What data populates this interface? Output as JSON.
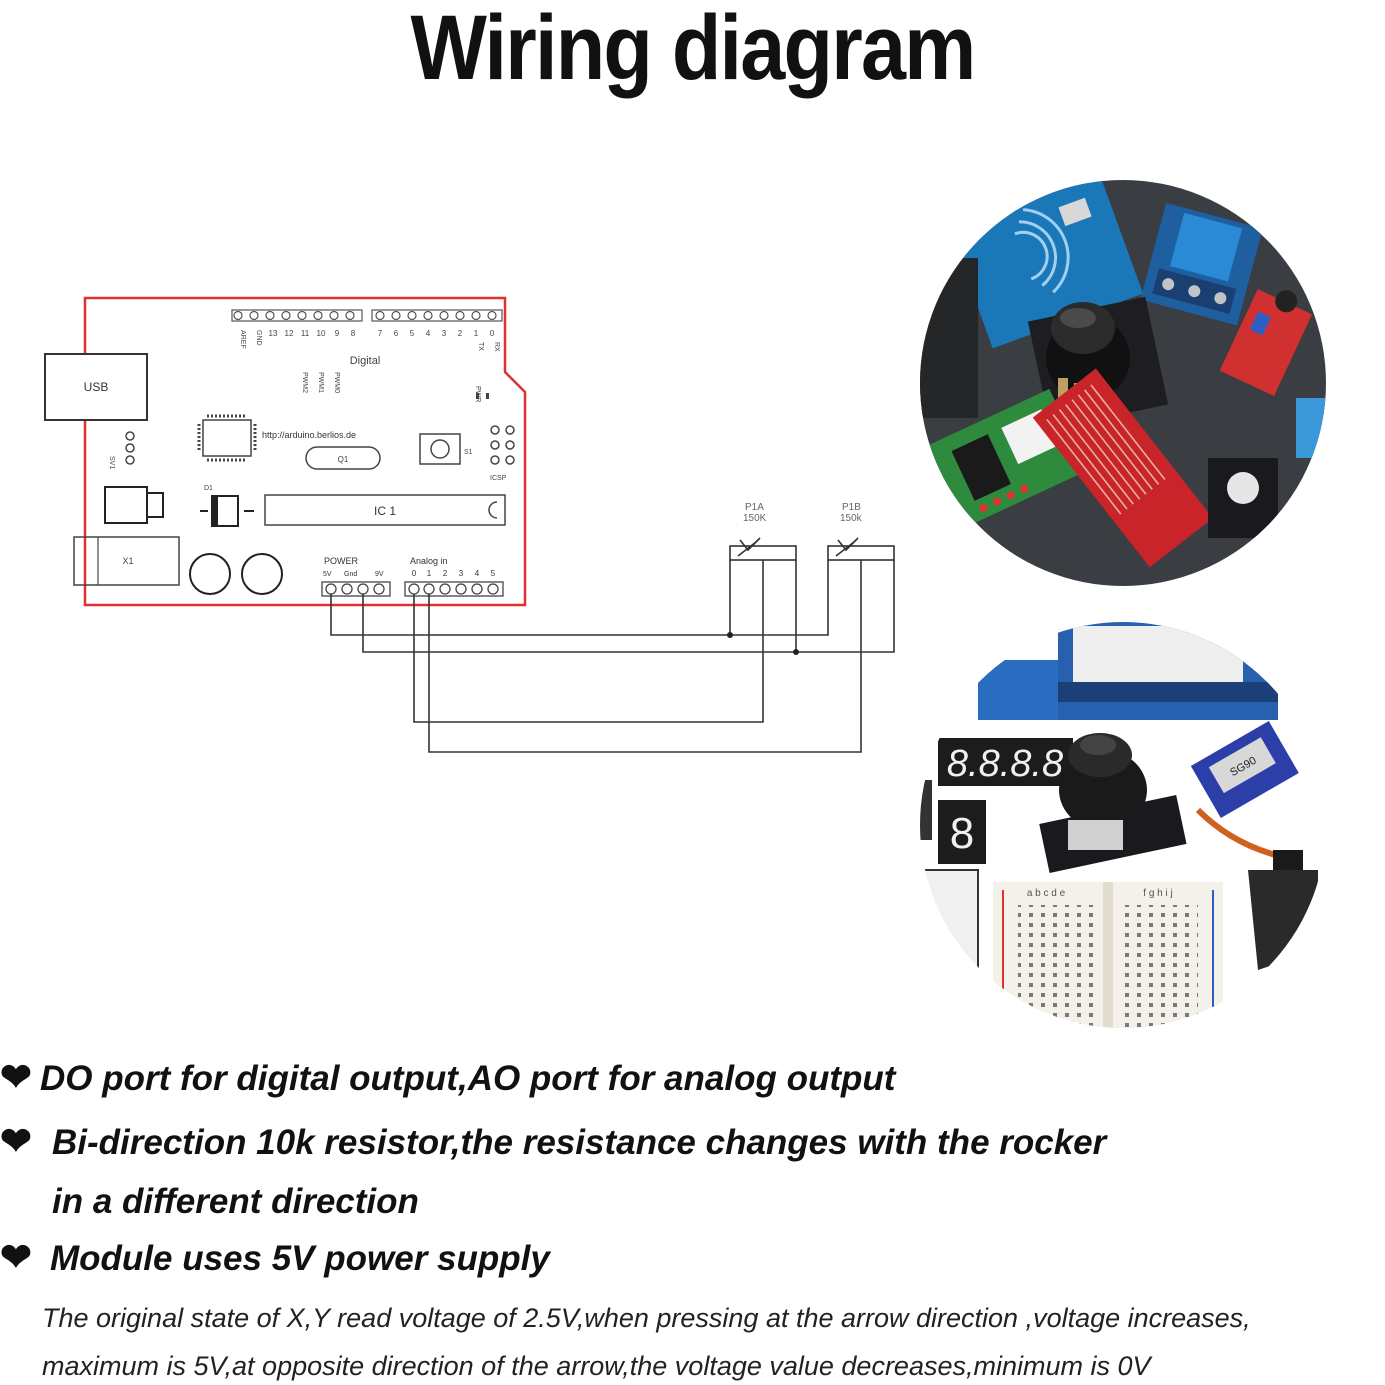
{
  "title": "Wiring diagram",
  "board": {
    "usb": "USB",
    "digital": "Digital",
    "url": "http://arduino.berlios.de",
    "ic": "IC 1",
    "q1": "Q1",
    "x1": "X1",
    "d1": "D1",
    "s1": "S1",
    "icsp": "ICSP",
    "pwr": "PWR",
    "sv1": "SV1",
    "aref": "AREF",
    "gnd_top": "GND",
    "digital_pins": [
      "13",
      "12",
      "11",
      "10",
      "9",
      "8",
      "7",
      "6",
      "5",
      "4",
      "3",
      "2",
      "1",
      "0"
    ],
    "tx": "TX",
    "rx": "RX",
    "pwm": [
      "PWM2",
      "PWM1",
      "PWM0"
    ],
    "power": "POWER",
    "power_pins": [
      "5V",
      "Gnd",
      "9V"
    ],
    "analog": "Analog in",
    "analog_pins": [
      "0",
      "1",
      "2",
      "3",
      "4",
      "5"
    ]
  },
  "pots": [
    {
      "name": "P1A",
      "value": "150K"
    },
    {
      "name": "P1B",
      "value": "150k"
    }
  ],
  "bullets": [
    "DO port for digital output,AO port for analog output",
    "Bi-direction 10k resistor,the resistance changes with the rocker",
    "Module uses 5V power supply"
  ],
  "bullet_continuation": "in a different direction",
  "note_lines": [
    "The original state of X,Y read voltage of 2.5V,when pressing at the arrow direction ,voltage increases,",
    "maximum is 5V,at opposite direction of the arrow,the voltage value decreases,minimum is 0V"
  ],
  "photo_display_digits": "8.8.8.8",
  "photo_single_digit": "8",
  "breadboard_letters_left": "a b c d e",
  "breadboard_letters_right": "f g h i j",
  "servo_label": "SG90",
  "colors": {
    "board_outline": "#e03030",
    "wire": "#333333",
    "heart": "#000000"
  }
}
